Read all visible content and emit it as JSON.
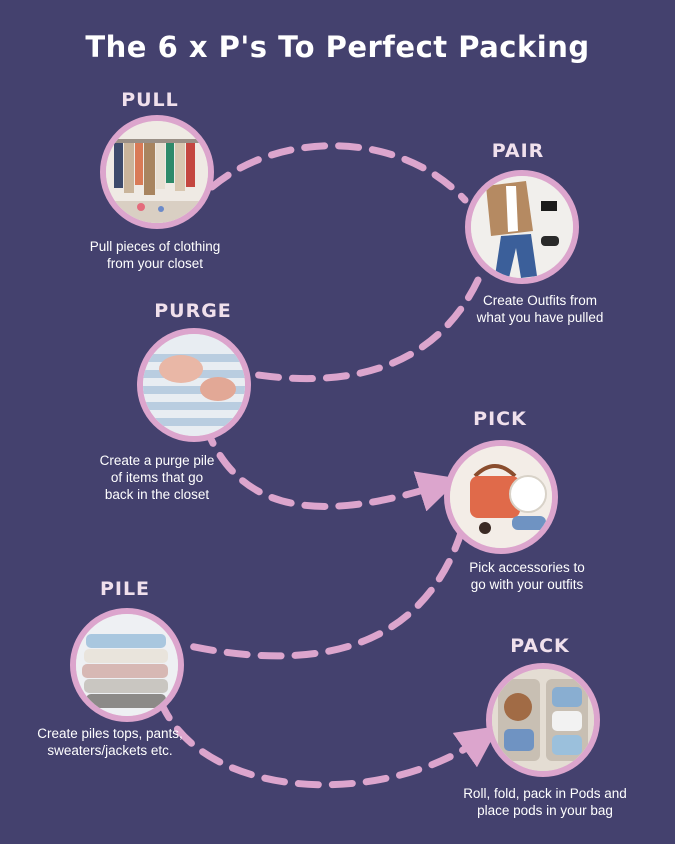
{
  "title": "The 6 x P's To Perfect Packing",
  "colors": {
    "background": "#44416e",
    "accent": "#dca5cd",
    "text": "#ffffff"
  },
  "steps": [
    {
      "label": "PULL",
      "description": "Pull pieces of clothing\nfrom your closet",
      "photo": "clothing-rack"
    },
    {
      "label": "PAIR",
      "description": "Create Outfits from\nwhat you have pulled",
      "photo": "outfit-flatlay"
    },
    {
      "label": "PURGE",
      "description": "Create a purge pile\nof items that go\nback in the closet",
      "photo": "folded-shirts"
    },
    {
      "label": "PICK",
      "description": "Pick accessories to\ngo with your outfits",
      "photo": "accessories"
    },
    {
      "label": "PILE",
      "description": "Create piles tops, pants,\nsweaters/jackets etc.",
      "photo": "sweater-pile"
    },
    {
      "label": "PACK",
      "description": "Roll, fold, pack in Pods and\nplace pods in your bag",
      "photo": "packed-suitcase"
    }
  ]
}
